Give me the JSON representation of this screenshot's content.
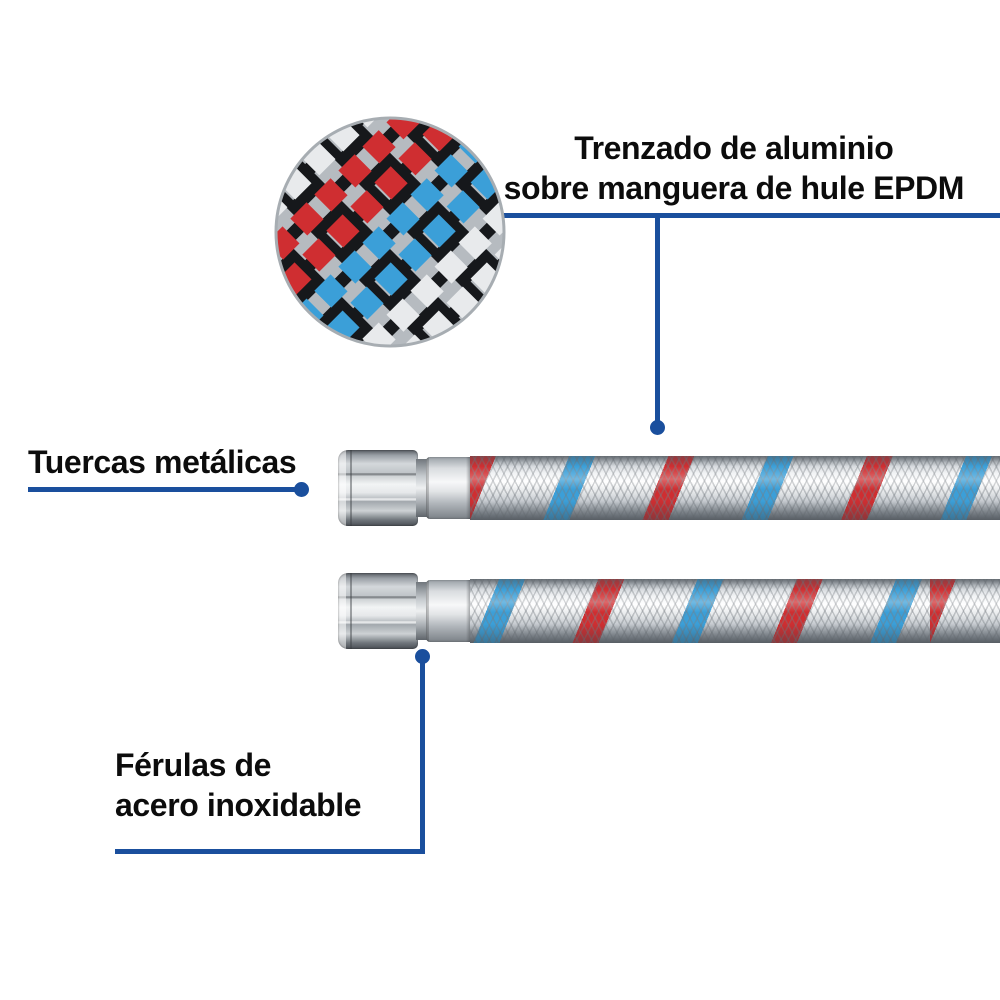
{
  "colors": {
    "accent": "#1a4f9d",
    "braid_red": "#cf2e31",
    "braid_blue": "#3b9fd8",
    "metal_silver": "#d4d8db"
  },
  "callouts": {
    "braid": {
      "line1": "Trenzado de aluminio",
      "line2": "sobre manguera de hule EPDM"
    },
    "nuts": {
      "label": "Tuercas metálicas"
    },
    "ferrules": {
      "line1": "Férulas de",
      "line2": "acero inoxidable"
    }
  },
  "icons": {
    "inset": "braid-zoom-inset"
  }
}
